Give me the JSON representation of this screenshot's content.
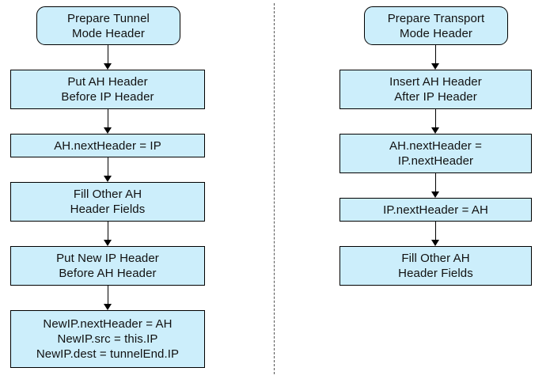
{
  "figure": {
    "background_color": "#ffffff",
    "node_fill_color": "#cceefb",
    "node_border_color": "#000000",
    "connector_color": "#000000",
    "divider_color": "#555555",
    "divider_style": "dashed"
  },
  "flows": [
    {
      "id": "tunnel-mode",
      "name": "Prepare Tunnel Mode Header",
      "nodes": [
        {
          "id": "tunnel-n1",
          "shape": "terminator",
          "text": "Prepare Tunnel\nMode Header"
        },
        {
          "id": "tunnel-n2",
          "shape": "process",
          "text": "Put AH Header\nBefore IP Header"
        },
        {
          "id": "tunnel-n3",
          "shape": "process",
          "text": "AH.nextHeader = IP"
        },
        {
          "id": "tunnel-n4",
          "shape": "process",
          "text": "Fill Other AH\nHeader Fields"
        },
        {
          "id": "tunnel-n5",
          "shape": "process",
          "text": "Put New IP Header\nBefore AH Header"
        },
        {
          "id": "tunnel-n6",
          "shape": "process",
          "text": "NewIP.nextHeader = AH\nNewIP.src = this.IP\nNewIP.dest = tunnelEnd.IP"
        }
      ],
      "edges": [
        {
          "from": "tunnel-n1",
          "to": "tunnel-n2"
        },
        {
          "from": "tunnel-n2",
          "to": "tunnel-n3"
        },
        {
          "from": "tunnel-n3",
          "to": "tunnel-n4"
        },
        {
          "from": "tunnel-n4",
          "to": "tunnel-n5"
        },
        {
          "from": "tunnel-n5",
          "to": "tunnel-n6"
        }
      ]
    },
    {
      "id": "transport-mode",
      "name": "Prepare Transport Mode Header",
      "nodes": [
        {
          "id": "transport-n1",
          "shape": "terminator",
          "text": "Prepare Transport\nMode Header"
        },
        {
          "id": "transport-n2",
          "shape": "process",
          "text": "Insert AH Header\nAfter IP Header"
        },
        {
          "id": "transport-n3",
          "shape": "process",
          "text": "AH.nextHeader =\nIP.nextHeader"
        },
        {
          "id": "transport-n4",
          "shape": "process",
          "text": "IP.nextHeader = AH"
        },
        {
          "id": "transport-n5",
          "shape": "process",
          "text": "Fill Other AH\nHeader Fields"
        }
      ],
      "edges": [
        {
          "from": "transport-n1",
          "to": "transport-n2"
        },
        {
          "from": "transport-n2",
          "to": "transport-n3"
        },
        {
          "from": "transport-n3",
          "to": "transport-n4"
        },
        {
          "from": "transport-n4",
          "to": "transport-n5"
        }
      ]
    }
  ]
}
